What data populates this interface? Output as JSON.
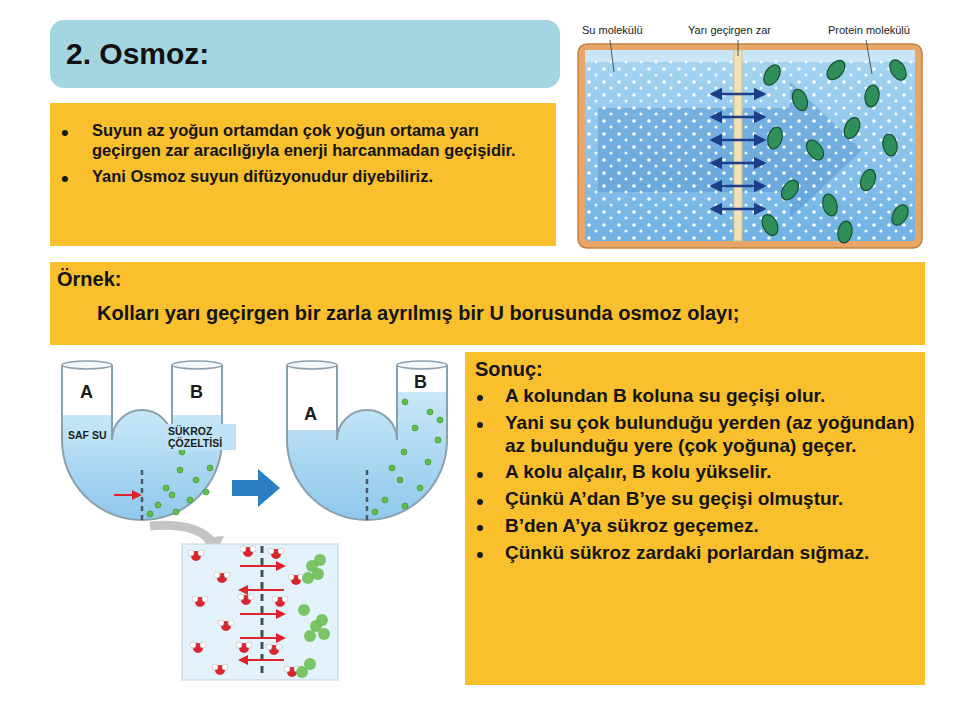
{
  "diagram": {
    "title": "2. Osmoz:",
    "nodes": [
      {
        "text": [
          "Suyun az yoğun ortamdan çok yoğun ortama yarı geçirgen zar aracılığıyla enerji harcanmadan geçişidir.",
          "Yani Osmoz suyun difüzyonudur diyebiliriz."
        ]
      },
      {
        "text": [
          "Örnek:",
          "Kolları yarı geçirgen bir zarla ayrılmış bir U borusunda osmoz olayı;"
        ]
      },
      {
        "text": [
          "Sonuç:",
          "A kolundan B koluna su geçişi olur.",
          "Yani su çok bulunduğu yerden (az yoğundan) az bulunduğu yere (çok yoğuna) geçer.",
          "A kolu alçalır, B kolu yükselir.",
          "Çünkü A’dan B’ye su geçişi olmuştur.",
          "B’den A’ya sükroz geçemez.",
          "Çünkü sükroz zardaki porlardan sığmaz."
        ]
      }
    ],
    "labels": [
      "Su molekülü",
      "Yarı geçirgen zar",
      "Protein molekülü",
      "A",
      "B",
      "SAF SU",
      "SÜKROZ ÇÖZELTİSİ",
      "A",
      "B"
    ]
  }
}
